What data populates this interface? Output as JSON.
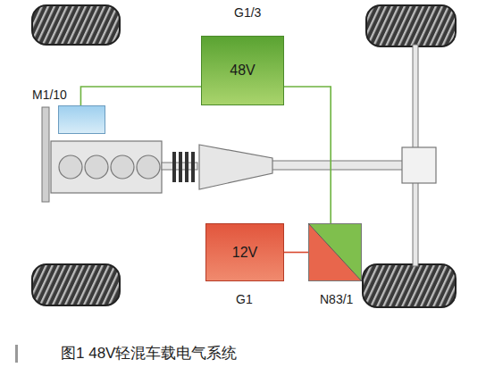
{
  "diagram": {
    "caption": "图1 48V轻混车载电气系统",
    "nodes": [
      {
        "text": [
          "G1/3",
          "48V"
        ]
      },
      {
        "text": [
          "M1/10"
        ]
      },
      {
        "text": [
          "12V",
          "G1"
        ]
      },
      {
        "text": [
          "N83/1"
        ]
      }
    ],
    "edges": [
      {
        "from": 1,
        "to": 0,
        "arrow": "none"
      },
      {
        "from": 0,
        "to": 3,
        "arrow": "none"
      },
      {
        "from": 2,
        "to": 3,
        "arrow": "none"
      }
    ]
  }
}
